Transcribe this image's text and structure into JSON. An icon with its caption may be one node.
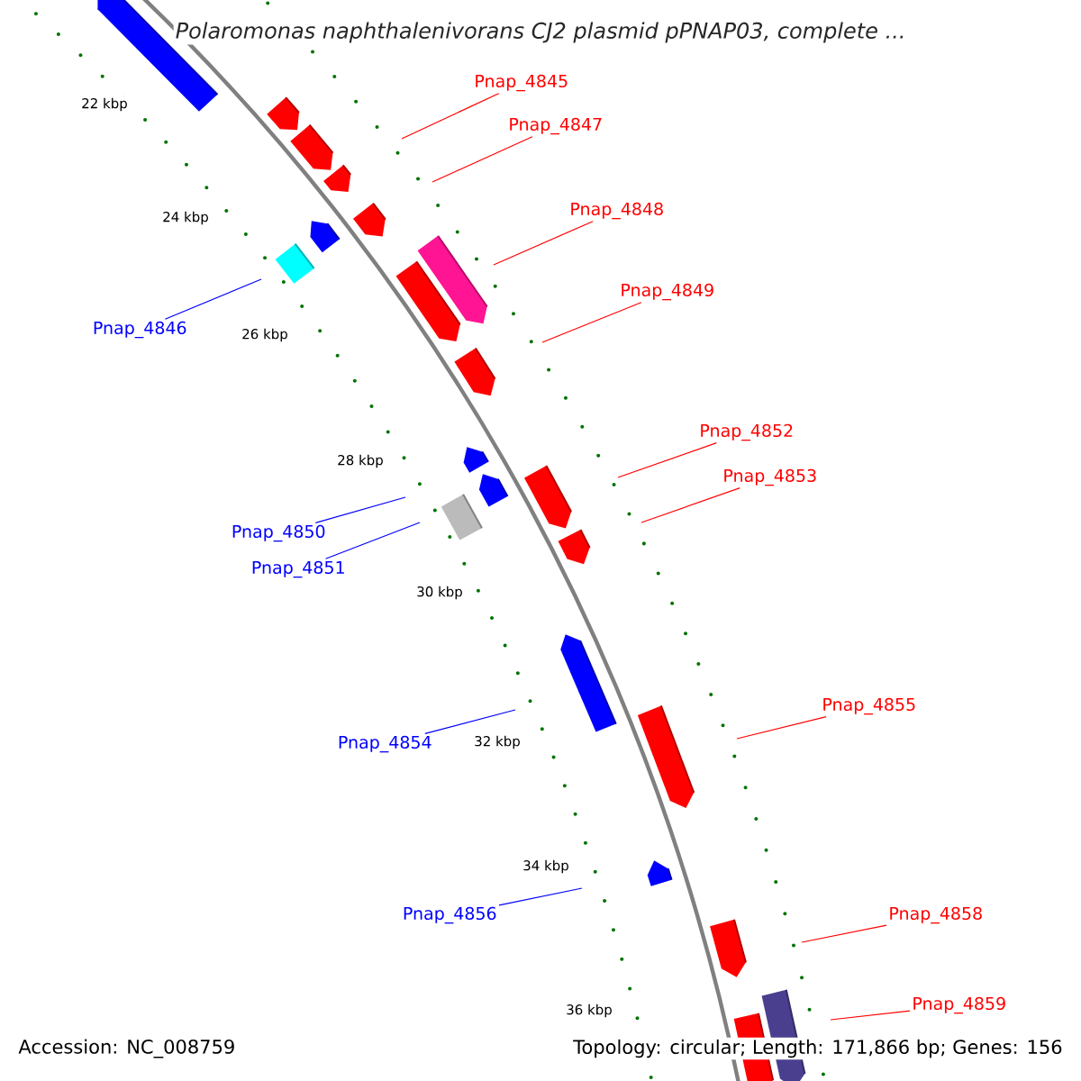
{
  "diagram": {
    "title": "Polaromonas naphthalenivorans CJ2 plasmid pPNAP03, complete ...",
    "nodes": [
      {
        "text": [
          "Pnap_4845"
        ]
      },
      {
        "text": [
          "Pnap_4847"
        ]
      },
      {
        "text": [
          "Pnap_4848"
        ]
      },
      {
        "text": [
          "Pnap_4849"
        ]
      },
      {
        "text": [
          "Pnap_4846"
        ]
      },
      {
        "text": [
          "Pnap_4852"
        ]
      },
      {
        "text": [
          "Pnap_4853"
        ]
      },
      {
        "text": [
          "Pnap_4850"
        ]
      },
      {
        "text": [
          "Pnap_4851"
        ]
      },
      {
        "text": [
          "Pnap_4855"
        ]
      },
      {
        "text": [
          "Pnap_4854"
        ]
      },
      {
        "text": [
          "Pnap_4856"
        ]
      },
      {
        "text": [
          "Pnap_4858"
        ]
      },
      {
        "text": [
          "Pnap_4859"
        ]
      }
    ],
    "edges": [
      {
        "from": 0,
        "to": null,
        "arrow": "none"
      },
      {
        "from": 1,
        "to": null,
        "arrow": "none"
      },
      {
        "from": 2,
        "to": null,
        "arrow": "none"
      },
      {
        "from": 3,
        "to": null,
        "arrow": "none"
      },
      {
        "from": 4,
        "to": null,
        "arrow": "none",
        "color": "#0000ff"
      },
      {
        "from": 5,
        "to": null,
        "arrow": "none"
      },
      {
        "from": 6,
        "to": null,
        "arrow": "none"
      },
      {
        "from": 7,
        "to": null,
        "arrow": "none",
        "color": "#0000ff"
      },
      {
        "from": 8,
        "to": null,
        "arrow": "none",
        "color": "#0000ff"
      },
      {
        "from": 9,
        "to": null,
        "arrow": "none"
      },
      {
        "from": 10,
        "to": null,
        "arrow": "none",
        "color": "#0000ff"
      },
      {
        "from": 11,
        "to": null,
        "arrow": "none",
        "color": "#0000ff"
      },
      {
        "from": 12,
        "to": null,
        "arrow": "none"
      },
      {
        "from": 13,
        "to": null,
        "arrow": "none"
      }
    ],
    "labels": [
      "22 kbp",
      "24 kbp",
      "26 kbp",
      "28 kbp",
      "30 kbp",
      "32 kbp",
      "34 kbp",
      "36 kbp",
      "Accession: NC_008759",
      "Topology: circular; Length: 171,866 bp; Genes: 156"
    ]
  }
}
